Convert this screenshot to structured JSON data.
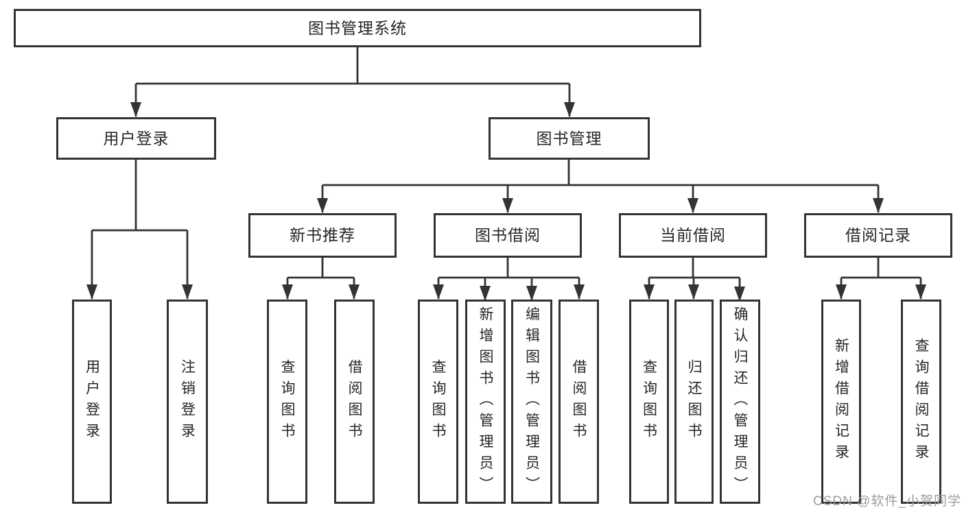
{
  "tree": {
    "root": {
      "label": "图书管理系统"
    },
    "children": [
      {
        "label": "用户登录",
        "children": [
          {
            "label": "用户登录"
          },
          {
            "label": "注销登录"
          }
        ]
      },
      {
        "label": "图书管理",
        "children": [
          {
            "label": "新书推荐",
            "children": [
              {
                "label": "查询图书"
              },
              {
                "label": "借阅图书"
              }
            ]
          },
          {
            "label": "图书借阅",
            "children": [
              {
                "label": "查询图书"
              },
              {
                "label": "新增图书（管理员）"
              },
              {
                "label": "编辑图书（管理员）"
              },
              {
                "label": "借阅图书"
              }
            ]
          },
          {
            "label": "当前借阅",
            "children": [
              {
                "label": "查询图书"
              },
              {
                "label": "归还图书"
              },
              {
                "label": "确认归还（管理员）"
              }
            ]
          },
          {
            "label": "借阅记录",
            "children": [
              {
                "label": "新增借阅记录"
              },
              {
                "label": "查询借阅记录"
              }
            ]
          }
        ]
      }
    ]
  },
  "watermark": {
    "text": "CSDN @软件_小贺同学",
    "color": "#9c9c9c"
  },
  "colors": {
    "line": "#333333",
    "box_border": "#333333",
    "text": "#262626",
    "background": "#ffffff"
  }
}
